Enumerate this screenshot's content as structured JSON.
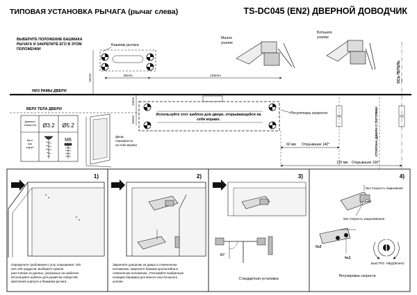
{
  "header": {
    "left_title": "ТИПОВАЯ УСТАНОВКА РЫЧАГА (рычаг слева)",
    "right_title": "TS-DC045 (EN2) ДВЕРНОЙ ДОВОДЧИК"
  },
  "top_section": {
    "instruction_lines": [
      "ВЫБЕРИТЕ ПОЛОЖЕНИЕ БАШМАКА",
      "РЫЧАГА И ЗАКРЕПИТЕ ЕГО В ЭТОМ",
      "ПОЛОЖЕНИИ"
    ],
    "shoe_label": "Башмак рычага",
    "small_force_lines": [
      "Малое",
      "усилие"
    ],
    "large_force_lines": [
      "Большое",
      "усилие"
    ],
    "door_frame_bottom": "НИЗ РАМЫ ДВЕРИ",
    "door_top": "ВЕРХ ТЕЛА ДВЕРИ",
    "hinge_axis": "ОСЬ ПЕТЕЛЬ",
    "hinge_side": "СТОРОНА ДВЕРИ С ПЕТЛЯМИ",
    "dim_15": "15mm",
    "dim_45": "45mm",
    "dim_125": "125mm",
    "dim_13": "13mm",
    "dim_20": "20mm",
    "template_note_lines": [
      "Используйте этот шаблон для двери, открывающейся на",
      "себя вправо."
    ],
    "speed_regulators": "Регуляторы скорости",
    "door_note_lines": [
      "Дверь",
      "открывается",
      "на себя вправо"
    ],
    "open_140_dim": "60 мм",
    "open_140_label": "Открывание 140°",
    "open_100_dim": "120 мм",
    "open_100_label": "Открывание 100°"
  },
  "screw_table": {
    "row1_label_lines": [
      "Диаметр",
      "отверстия"
    ],
    "row1_val1": "Ø3.2",
    "row1_val2": "Ø5.2",
    "row2_label_lines": [
      "Винт",
      "или",
      "шуруп"
    ],
    "row2_val2": "M6"
  },
  "steps": [
    {
      "number": "1)",
      "text_lines": [
        "Определите требование к углу открывания: 100",
        "или 140 градусов, выберите нужное",
        "расстояние из данных, указанных на шаблоне.",
        "Используйте шаблон для разметки отверстий",
        "крепления корпуса и башмака рычага."
      ]
    },
    {
      "number": "2)",
      "text_lines": [
        "Закрепите доводчик на дверь в отмеченном",
        "положении, закрепите башмак кронштейна в",
        "отмеченном положении. Учитывайте выбранную",
        "позицию башмака для малого или большого",
        "усилия."
      ]
    },
    {
      "number": "3)",
      "caption": "Стандартная установка",
      "angle": "90°"
    },
    {
      "number": "4)",
      "caption": "Регулировка скорости",
      "valve1": "№1 Скорость закрывания",
      "valve2": "№2 Скорость защелкивания",
      "n2": "№2",
      "n1": "№1",
      "fast": "БЫСТРО",
      "slow": "МЕДЛЕННО"
    }
  ]
}
